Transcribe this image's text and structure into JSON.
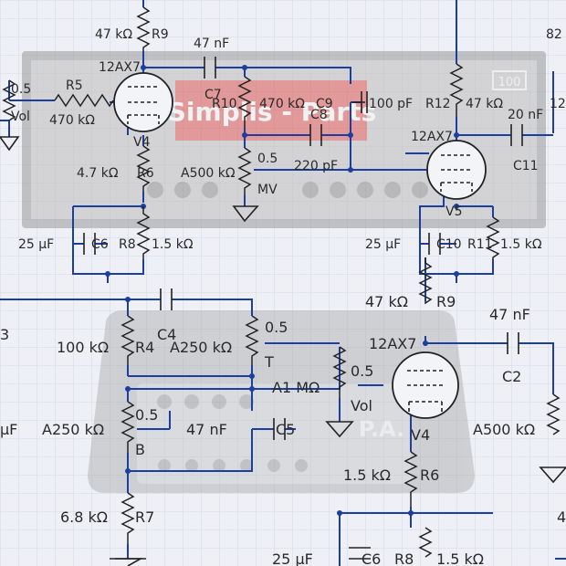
{
  "colors": {
    "wire": "#1a3f9e",
    "component": "#222222",
    "grid": "#c9cedd",
    "background": "#eef0f6",
    "banner": "#d9534f"
  },
  "photo": {
    "banner_text": "Simplis - Parts",
    "badge_text": "100",
    "lower_text": "P.A."
  },
  "top_stage": {
    "r9": "47 kΩ",
    "r9_name": "R9",
    "c7_value": "47 nF",
    "c7_name": "C7",
    "tube": "12AX7",
    "tube_name": "V4",
    "r5": "R5",
    "r5_value": "470 kΩ",
    "vol_pot": "0.5",
    "vol_label": "Vol",
    "r6": "4.7 kΩ",
    "r6_name": "R6",
    "c6": "25 µF",
    "c6_name": "C6",
    "r8_name": "R8",
    "r8": "1.5 kΩ",
    "r10_name": "R10",
    "r10": "470 kΩ",
    "c9_name": "C9",
    "c9": "100 pF",
    "c8_name": "C8",
    "c8": "220 pF",
    "mv_pot": "A500 kΩ",
    "mv_wiper": "0.5",
    "mv_label": "MV",
    "r12_name": "R12",
    "r12": "47 kΩ",
    "c11_value": "20 nF",
    "c11_name": "C11",
    "tube2": "12AX7",
    "tube2_name": "V5",
    "c10": "25 µF",
    "c10_name": "C10",
    "r11_name": "R11",
    "r11": "1.5 kΩ",
    "edge_right_top": "82",
    "edge_right_mid": "12"
  },
  "bottom_stage": {
    "edge_left_top": "3",
    "c4_name": "C4",
    "r4": "100 kΩ",
    "r4_name": "R4",
    "t_pot": "A250 kΩ",
    "t_wiper": "0.5",
    "t_label": "T",
    "b_pot": "A250 kΩ",
    "b_wiper": "0.5",
    "b_label": "B",
    "edge_left_uf": "µF",
    "c5": "47 nF",
    "c5_name": "C5",
    "r7": "6.8 kΩ",
    "r7_name": "R7",
    "vol_pot_value": "A1 MΩ",
    "vol_wiper": "0.5",
    "vol_label": "Vol",
    "r9": "47 kΩ",
    "r9_name": "R9",
    "c2": "47 nF",
    "c2_name": "C2",
    "tube": "12AX7",
    "tube_name": "V4",
    "r6": "1.5 kΩ",
    "r6_name": "R6",
    "c6": "25 µF",
    "c6_name": "C6",
    "r8_name": "R8",
    "r8": "1.5 kΩ",
    "a500": "A500 kΩ",
    "edge_right_bot": "4"
  }
}
